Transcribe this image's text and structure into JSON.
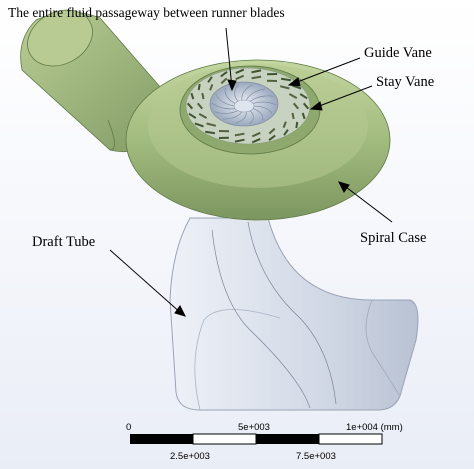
{
  "labels": {
    "runner": "The entire fluid passageway between runner blades",
    "guide_vane": "Guide Vane",
    "stay_vane": "Stay Vane",
    "spiral_case": "Spiral Case",
    "draft_tube": "Draft Tube"
  },
  "scale_bar": {
    "top_ticks": [
      "0",
      "5e+003",
      "1e+004 (mm)"
    ],
    "bottom_ticks": [
      "2.5e+003",
      "7.5e+003"
    ]
  },
  "colors": {
    "casing": "#9fb87a",
    "casing_dark": "#6f8a52",
    "draft_tube": "#d6dce8",
    "runner": "#b8c3d3"
  }
}
